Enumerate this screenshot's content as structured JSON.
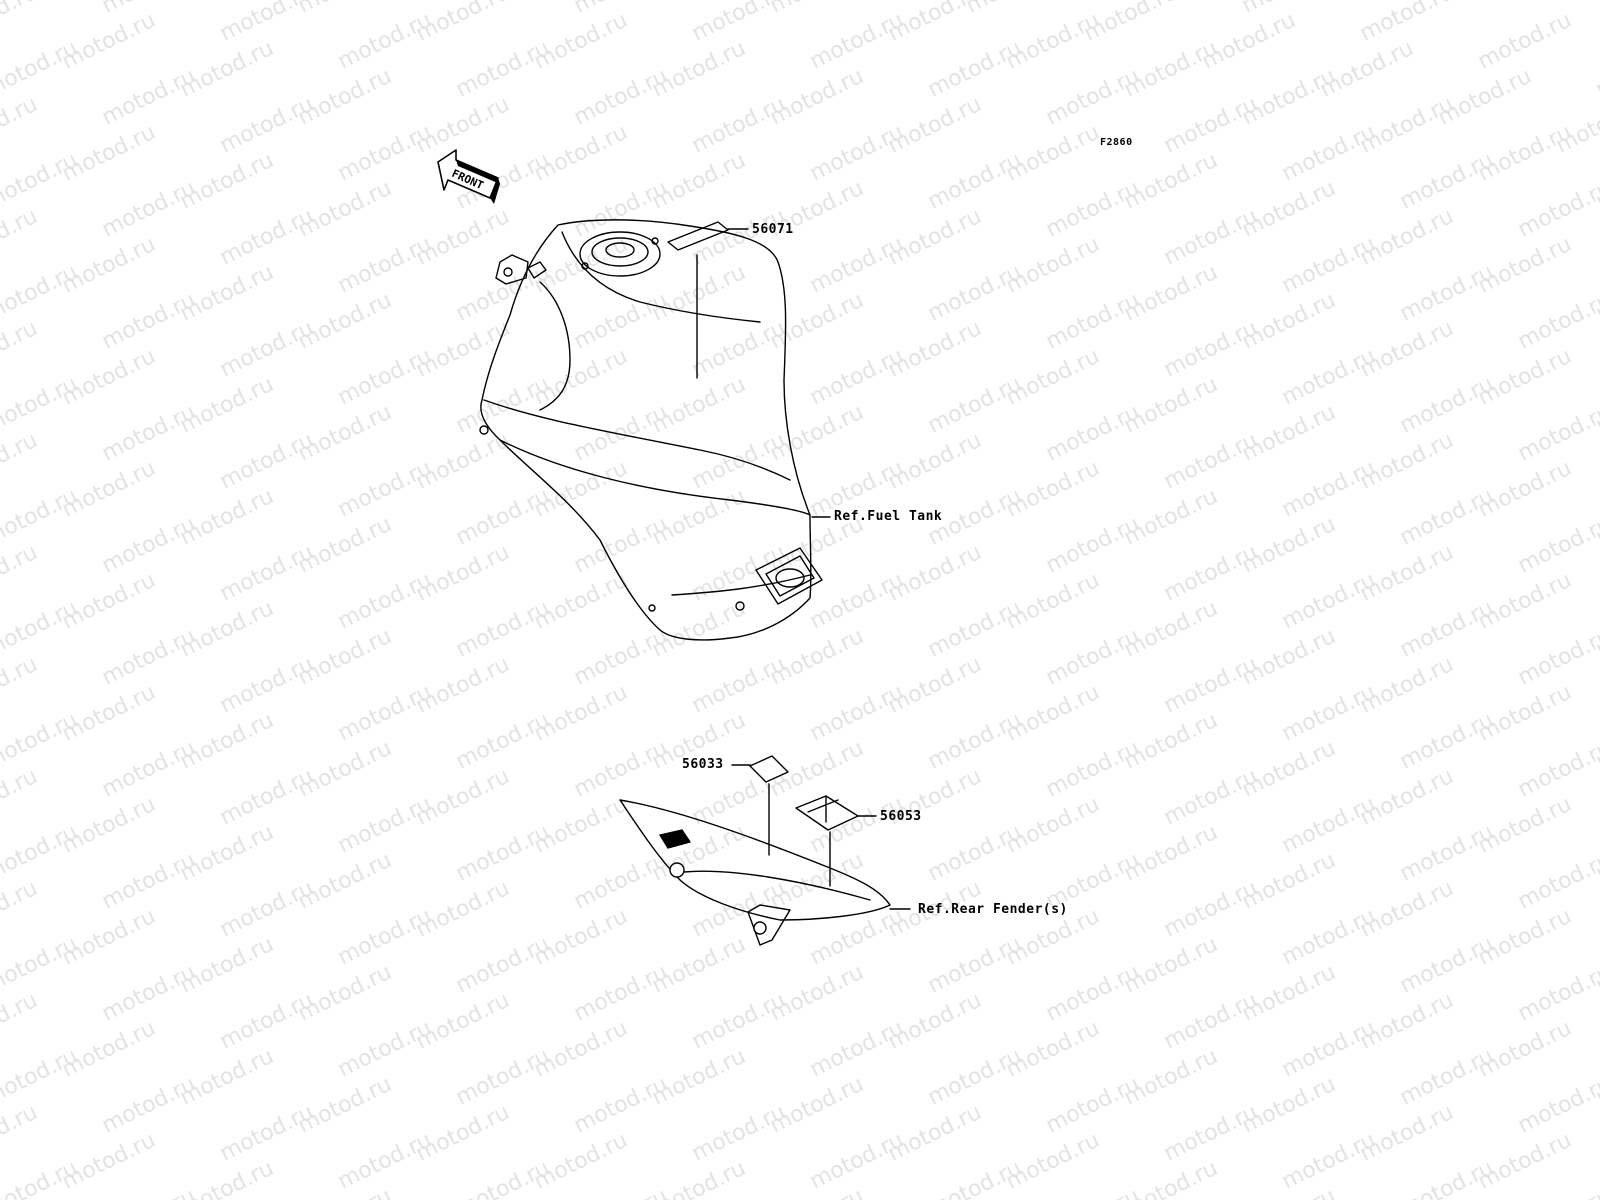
{
  "figure_code": "F2860",
  "front_arrow_label": "FRONT",
  "watermark_text": "motod.ru",
  "callouts": {
    "label_fuel_tank_decal": "56071",
    "label_fender_small": "56033",
    "label_fender_large": "56053"
  },
  "references": {
    "fuel_tank": "Ref.Fuel Tank",
    "rear_fender": "Ref.Rear Fender(s)"
  },
  "colors": {
    "line": "#000000",
    "watermark": "#e3e3e3",
    "background": "#ffffff"
  }
}
